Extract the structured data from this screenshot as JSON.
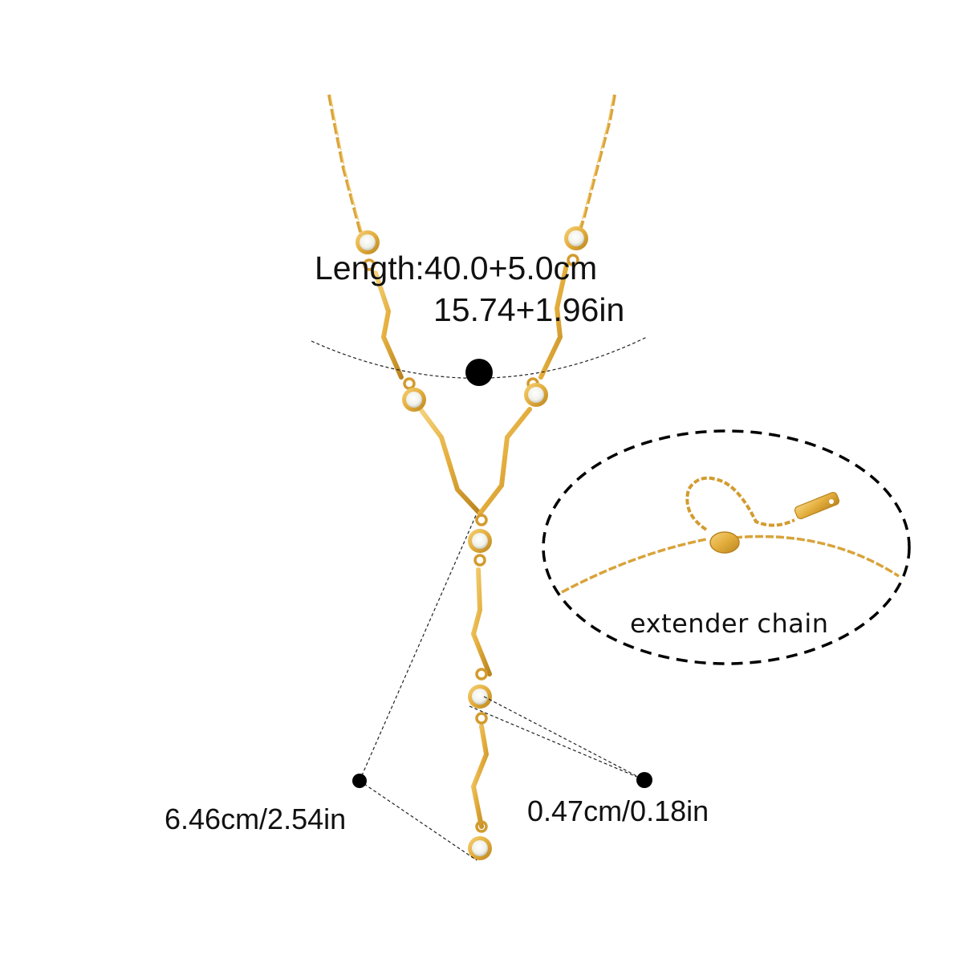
{
  "labels": {
    "length_cm": "Length:40.0+5.0cm",
    "length_in": "15.74+1.96in",
    "drop_length": "6.46cm/2.54in",
    "stone_size": "0.47cm/0.18in",
    "extender": "extender chain"
  },
  "colors": {
    "gold": "#e3ad3c",
    "gold_dark": "#b9841e",
    "gold_light": "#f6d27a",
    "stone": "#fbfbf7",
    "ink": "#111111",
    "background": "#ffffff"
  }
}
